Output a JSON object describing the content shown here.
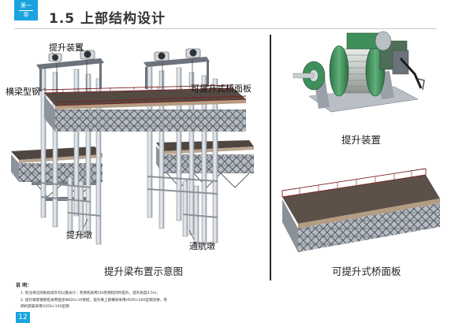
{
  "chapter_tab": {
    "line1": "第一",
    "line2": "章"
  },
  "page_title": "1.5  上部结构设计",
  "left_figure": {
    "labels": {
      "lifting_device": "提升装置",
      "cross_beam": "横梁型钢",
      "deck": "可提升式桥面板",
      "lifting_pier": "提升墩",
      "navigation_pier": "通航墩"
    },
    "caption": "提升梁布置示意图"
  },
  "right_top_figure": {
    "caption": "提升装置"
  },
  "right_bottom_figure": {
    "caption": "可提升式桥面板"
  },
  "notes": {
    "heading": "说 明：",
    "items": [
      "1. 标注单位除轨标高外均以厘米计；卷扬机采用10t卷扬机同时提升，提升高度4.5m；",
      "2. 提升墩旋钢管桩采用直径Φ820×10管桩，提升墩上部横梁采用H500×200型钢双拼，卷",
      "扬机底座采用H350×150型钢"
    ]
  },
  "page_number": "12",
  "colors": {
    "accent": "#1aa3df",
    "steel": "#9aa3ad",
    "truss": "#7b818a",
    "deck": "#5e5148",
    "rail": "#8b2323",
    "winch_green": "#3f8f5a"
  }
}
